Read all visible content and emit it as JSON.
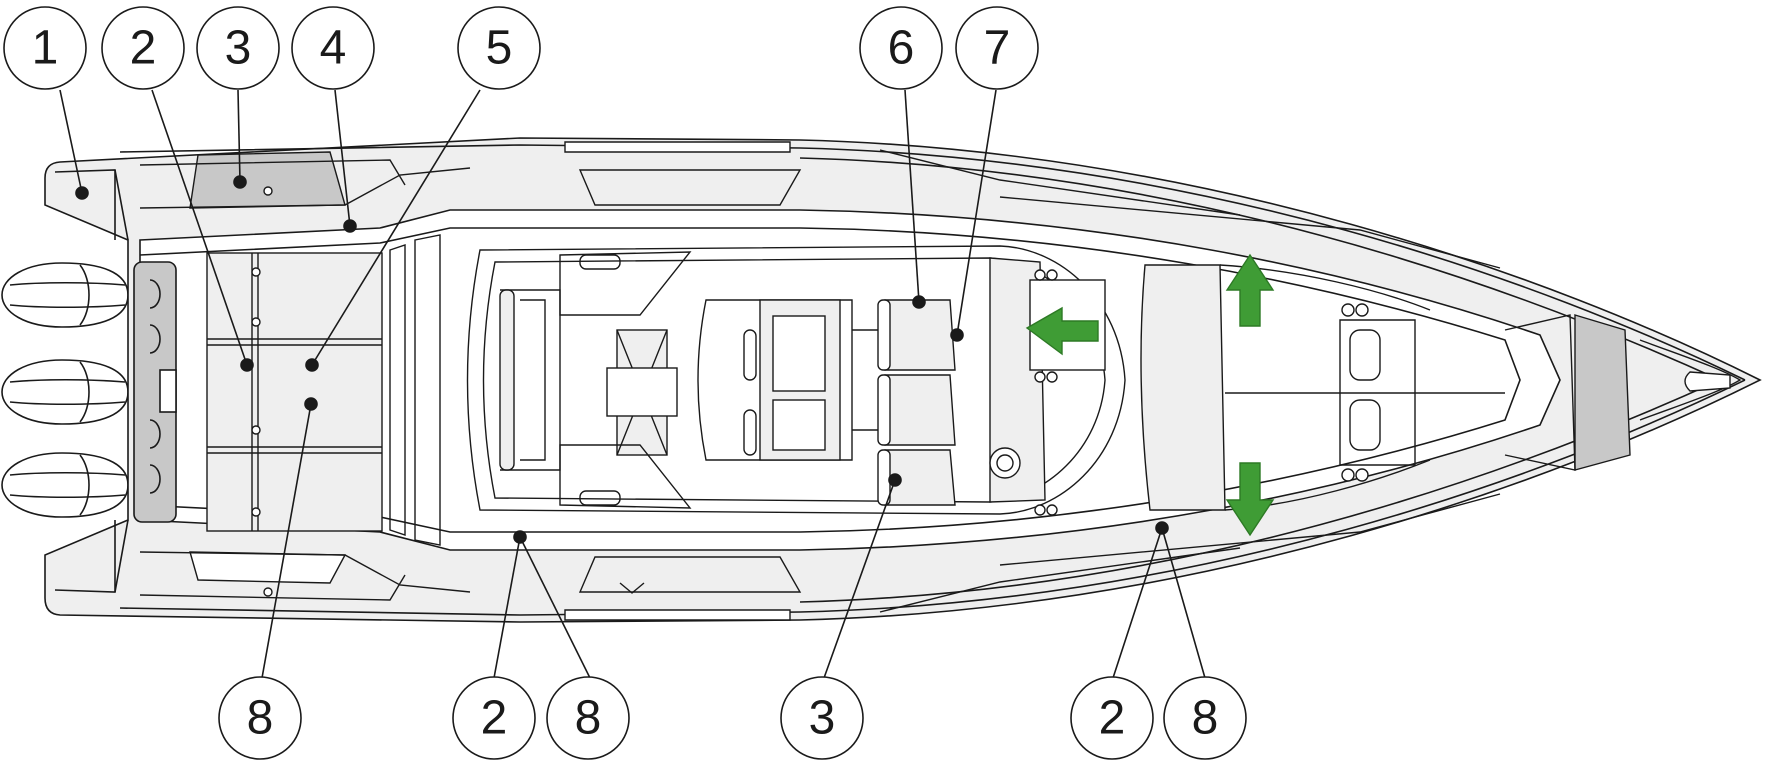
{
  "colors": {
    "line": "#1a1a1a",
    "hull_fill": "#efefef",
    "deck_fill": "#ffffff",
    "shade_fill": "#c8c8c8",
    "arrow_green": "#3f9c35"
  },
  "callouts": {
    "top": [
      "1",
      "2",
      "3",
      "4",
      "5",
      "6",
      "7"
    ],
    "bottom": [
      "8",
      "2",
      "8",
      "3",
      "2",
      "8"
    ]
  }
}
